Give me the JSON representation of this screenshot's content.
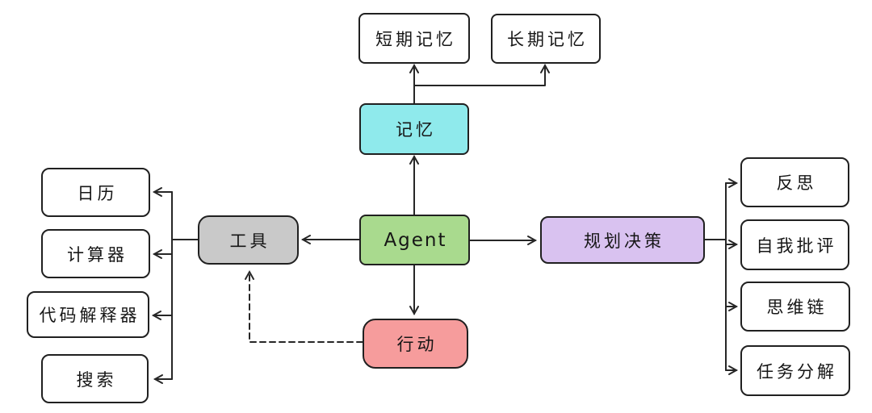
{
  "colors": {
    "agent": "#a9da8e",
    "memory": "#8feaec",
    "tools": "#c9c9c9",
    "planning": "#d9c2f0",
    "action": "#f69c9c",
    "plain_node_bg": "#ffffff",
    "border": "#202020",
    "line": "#262626"
  },
  "nodes": {
    "agent": {
      "label": "Agent"
    },
    "memory": {
      "label": "记忆"
    },
    "short_term_memory": {
      "label": "短期记忆"
    },
    "long_term_memory": {
      "label": "长期记忆"
    },
    "tools": {
      "label": "工具"
    },
    "action": {
      "label": "行动"
    },
    "planning": {
      "label": "规划决策"
    },
    "calendar": {
      "label": "日历"
    },
    "calculator": {
      "label": "计算器"
    },
    "code_interpreter": {
      "label": "代码解释器"
    },
    "search": {
      "label": "搜索"
    },
    "reflection": {
      "label": "反思"
    },
    "self_criticism": {
      "label": "自我批评"
    },
    "chain_of_thought": {
      "label": "思维链"
    },
    "task_decomposition": {
      "label": "任务分解"
    }
  },
  "edges": [
    {
      "from": "agent",
      "to": "memory",
      "style": "solid"
    },
    {
      "from": "memory",
      "to": "short_term_memory",
      "style": "solid"
    },
    {
      "from": "memory",
      "to": "long_term_memory",
      "style": "solid"
    },
    {
      "from": "agent",
      "to": "tools",
      "style": "solid"
    },
    {
      "from": "agent",
      "to": "planning",
      "style": "solid"
    },
    {
      "from": "agent",
      "to": "action",
      "style": "solid"
    },
    {
      "from": "tools",
      "to": "calendar",
      "style": "solid"
    },
    {
      "from": "tools",
      "to": "calculator",
      "style": "solid"
    },
    {
      "from": "tools",
      "to": "code_interpreter",
      "style": "solid"
    },
    {
      "from": "tools",
      "to": "search",
      "style": "solid"
    },
    {
      "from": "planning",
      "to": "reflection",
      "style": "solid"
    },
    {
      "from": "planning",
      "to": "self_criticism",
      "style": "solid"
    },
    {
      "from": "planning",
      "to": "chain_of_thought",
      "style": "solid"
    },
    {
      "from": "planning",
      "to": "task_decomposition",
      "style": "solid"
    },
    {
      "from": "action",
      "to": "tools",
      "style": "dashed"
    }
  ]
}
